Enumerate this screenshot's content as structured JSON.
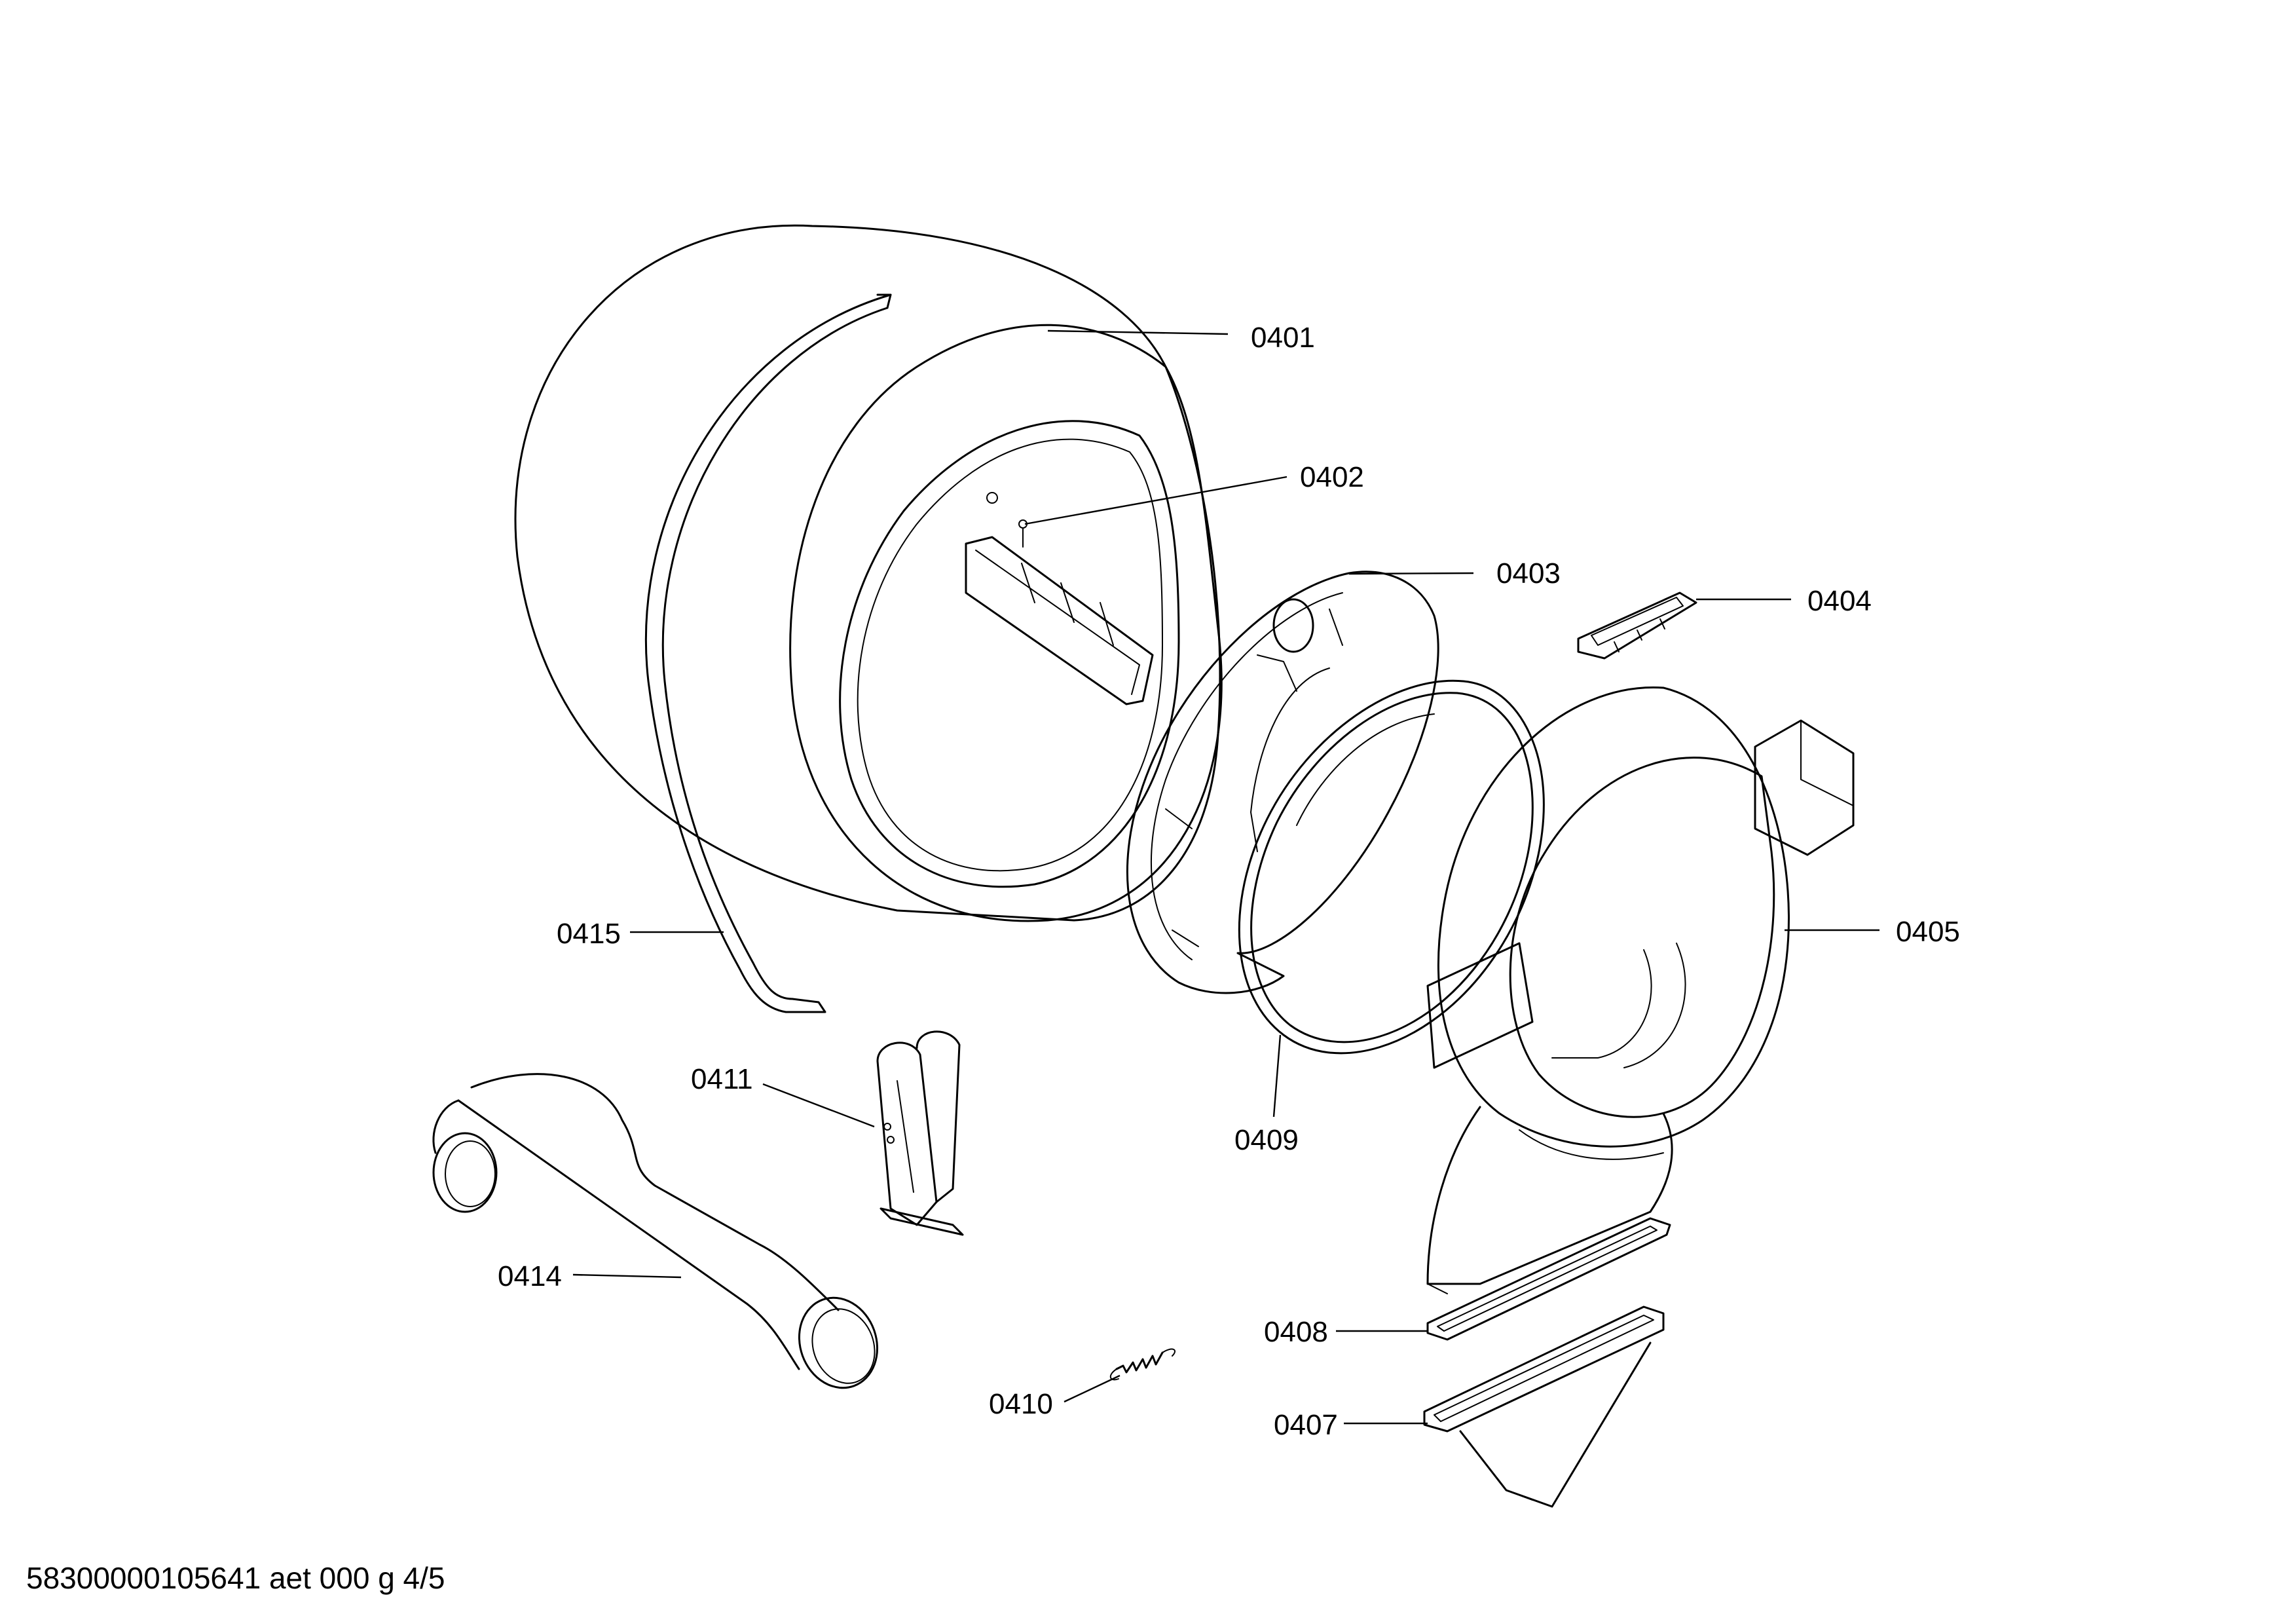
{
  "parts": [
    {
      "id": "drum",
      "number": "0401"
    },
    {
      "id": "baffle",
      "number": "0402"
    },
    {
      "id": "front-bearing-shield",
      "number": "0403"
    },
    {
      "id": "cover",
      "number": "0404"
    },
    {
      "id": "front-panel-housing",
      "number": "0405"
    },
    {
      "id": "filter-frame",
      "number": "0407"
    },
    {
      "id": "seal",
      "number": "0408"
    },
    {
      "id": "felt-ring",
      "number": "0409"
    },
    {
      "id": "spring",
      "number": "0410"
    },
    {
      "id": "bracket",
      "number": "0411"
    },
    {
      "id": "air-duct",
      "number": "0414"
    },
    {
      "id": "drive-belt",
      "number": "0415"
    }
  ],
  "footer": {
    "doc_ref": "58300000105641 aet 000 g 4/5"
  }
}
